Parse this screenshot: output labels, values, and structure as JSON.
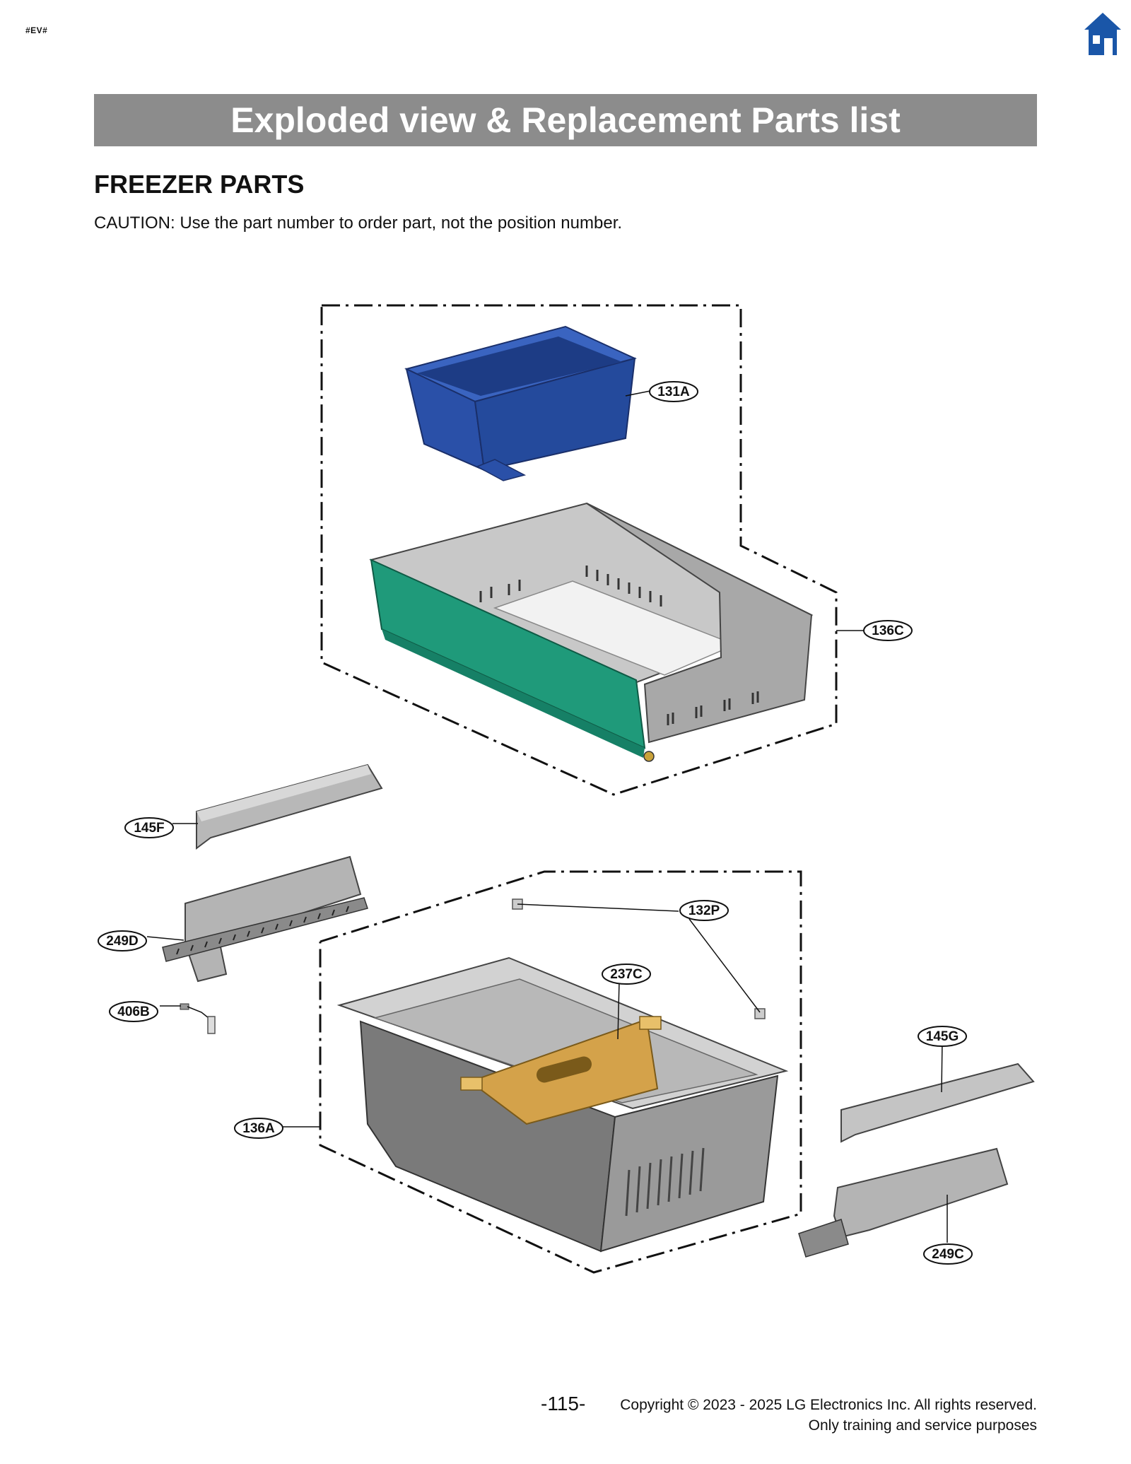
{
  "header": {
    "tag": "#EV#",
    "home_icon": "home-icon"
  },
  "banner_title": "Exploded view & Replacement Parts list",
  "section_title": "FREEZER PARTS",
  "caution": "CAUTION: Use the part number to order part, not the position number.",
  "callouts": {
    "c131A": "131A",
    "c136C": "136C",
    "c145F": "145F",
    "c249D": "249D",
    "c406B": "406B",
    "c132P": "132P",
    "c237C": "237C",
    "c145G": "145G",
    "c136A": "136A",
    "c249C": "249C"
  },
  "colors": {
    "banner": "#8c8c8c",
    "bin_blue": "#2a50a8",
    "drawer_front_green": "#1f9a7a",
    "divider_gold": "#d4a24a",
    "home_icon": "#1a56a8"
  },
  "footer": {
    "page_number": "-115-",
    "copyright_line1": "Copyright © 2023 - 2025 LG Electronics Inc. All rights reserved.",
    "copyright_line2": "Only training and service purposes"
  }
}
